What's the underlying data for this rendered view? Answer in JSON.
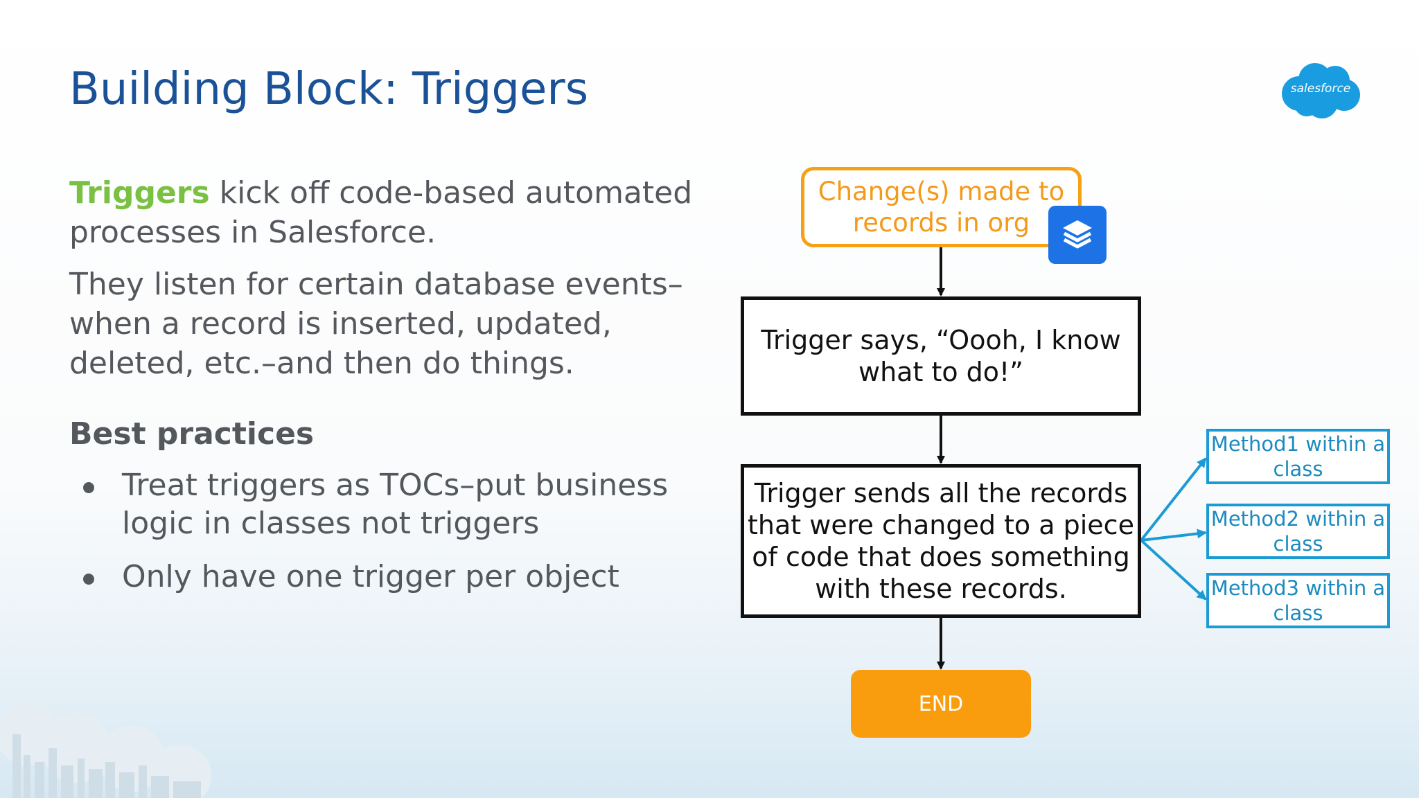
{
  "slide": {
    "title": "Building Block: Triggers",
    "logo_text": "salesforce",
    "intro": {
      "keyword": "Triggers",
      "rest": " kick off code-based automated processes in Salesforce."
    },
    "description": "They listen for certain database events–when a record is inserted, updated, deleted, etc.–and then do things.",
    "best_practices": {
      "heading": "Best practices",
      "items": [
        "Treat triggers as TOCs–put business logic in classes not triggers",
        "Only have one trigger per object"
      ]
    }
  },
  "diagram": {
    "start": "Change(s) made to records in org",
    "trigger": "Trigger says, “Oooh, I know what to do!”",
    "sends": "Trigger sends all the records that were changed to a piece of code that does something with these records.",
    "methods": [
      "Method1 within a class",
      "Method2 within a class",
      "Method3 within a class"
    ],
    "end": "END"
  },
  "colors": {
    "title": "#1b5297",
    "keyword_green": "#7ac143",
    "body_text": "#54585d",
    "start_orange": "#f7a013",
    "end_orange": "#f99d0f",
    "method_blue": "#1b9bd3",
    "badge_blue": "#1d73e6",
    "logo_blue": "#1a9ce0"
  },
  "icons": {
    "logo": "salesforce-cloud-logo",
    "badge": "layers-icon",
    "bullet": "bullet-dot-icon"
  }
}
